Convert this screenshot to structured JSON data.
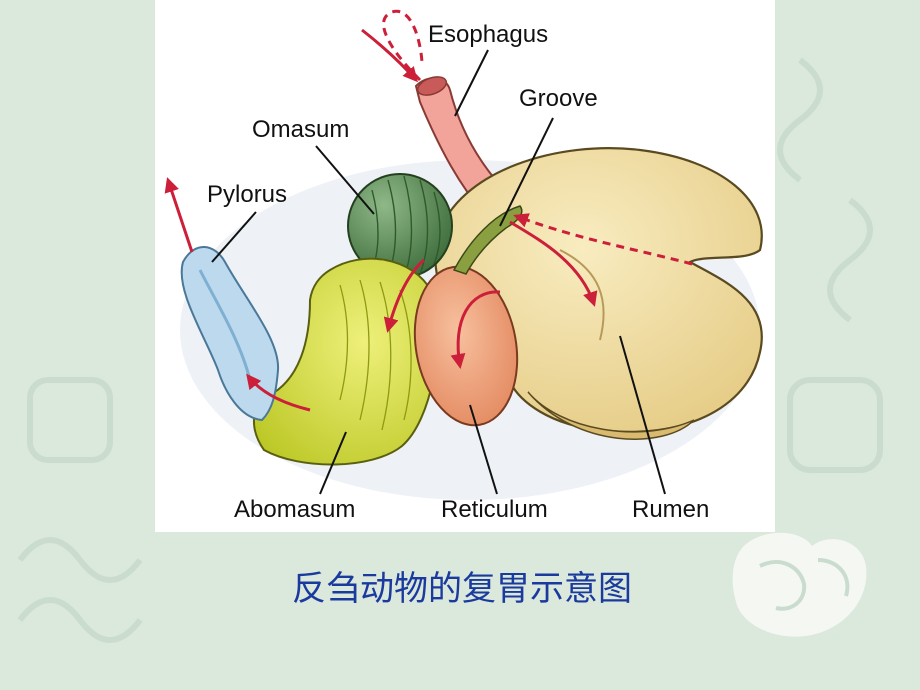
{
  "labels": {
    "esophagus": "Esophagus",
    "groove": "Groove",
    "omasum": "Omasum",
    "pylorus": "Pylorus",
    "abomasum": "Abomasum",
    "reticulum": "Reticulum",
    "rumen": "Rumen"
  },
  "caption": "反刍动物的复胃示意图",
  "colors": {
    "slide_background": "#dbe8dc",
    "rumen": "#f3e3a8",
    "reticulum": "#f0a27a",
    "omasum": "#5f9058",
    "abomasum": "#d6df3a",
    "pylorus": "#bcd9ee",
    "esophagus": "#f2a49a",
    "groove": "#8aa040",
    "flow_arrow": "#cc1f3a",
    "caption": "#1b3a9e"
  }
}
